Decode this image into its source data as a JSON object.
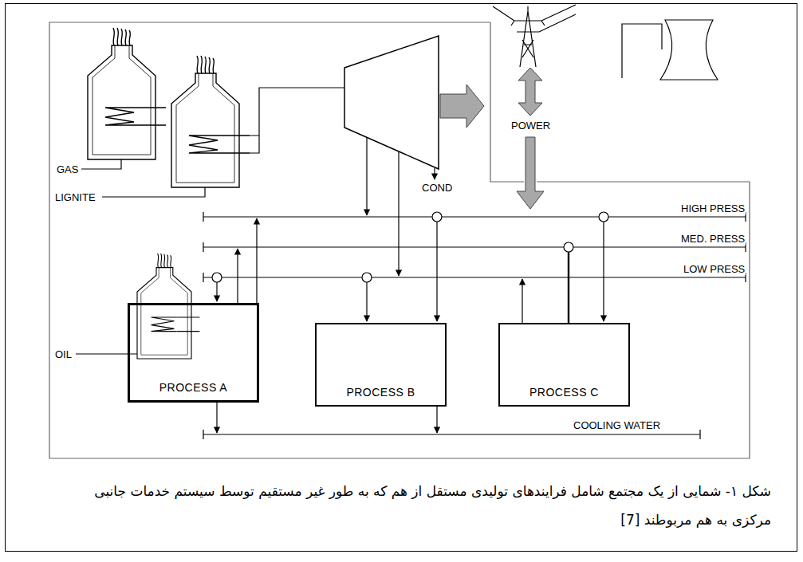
{
  "diagram": {
    "caption": "شکل ۱- شمایی از یک مجتمع شامل فرایندهای تولیدی مستقل از هم که به طور غیر مستقیم توسط سیستم خدمات جانبی مرکزی به هم مربوطند [7]",
    "nodes": [
      {
        "text": [
          "PROCESS A"
        ]
      },
      {
        "text": [
          "PROCESS B"
        ]
      },
      {
        "text": [
          "PROCESS C"
        ]
      }
    ],
    "labels": [
      "GAS",
      "LIGNITE",
      "COND",
      "POWER",
      "HIGH PRESS",
      "MED. PRESS",
      "LOW PRESS",
      "OIL",
      "COOLING WATER"
    ]
  }
}
